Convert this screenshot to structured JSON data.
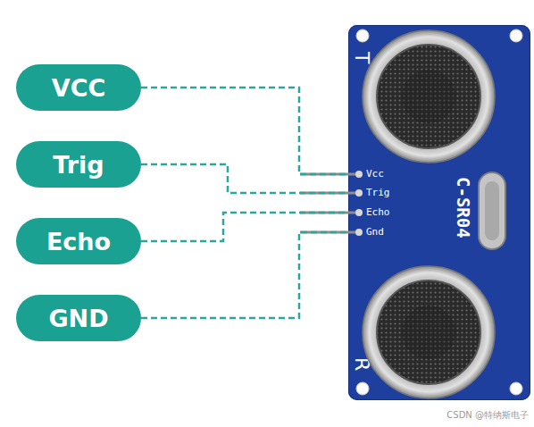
{
  "diagram": {
    "nodes": [
      {
        "text": [
          "VCC"
        ]
      },
      {
        "text": [
          "Trig"
        ]
      },
      {
        "text": [
          "Echo"
        ]
      },
      {
        "text": [
          "GND"
        ]
      },
      {
        "text": [
          "T",
          "C-SR04",
          "Vcc",
          "Trig",
          "Echo",
          "Gnd",
          "R"
        ]
      }
    ],
    "edges": [
      {
        "from": 0,
        "to": 4,
        "arrow": "none"
      },
      {
        "from": 1,
        "to": 4,
        "arrow": "none"
      },
      {
        "from": 2,
        "to": 4,
        "arrow": "none"
      },
      {
        "from": 3,
        "to": 4,
        "arrow": "none"
      }
    ],
    "labels": [
      "CSDN @特纳斯电子"
    ]
  }
}
